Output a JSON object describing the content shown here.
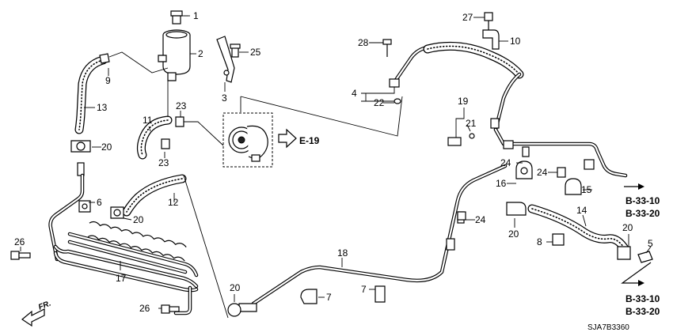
{
  "callouts": {
    "c1": "1",
    "c2": "2",
    "c3": "3",
    "c4": "4",
    "c5": "5",
    "c6": "6",
    "c7a": "7",
    "c7b": "7",
    "c8": "8",
    "c9": "9",
    "c10": "10",
    "c11": "11",
    "c12": "12",
    "c13": "13",
    "c14": "14",
    "c15": "15",
    "c16": "16",
    "c17": "17",
    "c18": "18",
    "c19": "19",
    "c20a": "20",
    "c20b": "20",
    "c20c": "20",
    "c20d": "20",
    "c20e": "20",
    "c21": "21",
    "c22": "22",
    "c23a": "23",
    "c23b": "23",
    "c24a": "24",
    "c24b": "24",
    "c24c": "24",
    "c25": "25",
    "c26a": "26",
    "c26b": "26",
    "c27": "27",
    "c28": "28"
  },
  "references": {
    "e19": "E-19",
    "b3310_top": "B-33-10",
    "b3320_top": "B-33-20",
    "b3310_bottom": "B-33-10",
    "b3320_bottom": "B-33-20"
  },
  "front_indicator": "FR.",
  "diagram_code": "SJA7B3360"
}
